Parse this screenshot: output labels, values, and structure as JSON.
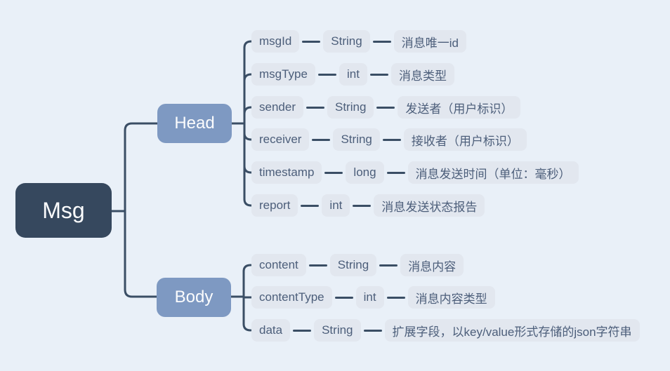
{
  "diagram": {
    "root": {
      "label": "Msg"
    },
    "branches": [
      {
        "label": "Head",
        "children": [
          {
            "field": "msgId",
            "type": "String",
            "desc": "消息唯一id"
          },
          {
            "field": "msgType",
            "type": "int",
            "desc": "消息类型"
          },
          {
            "field": "sender",
            "type": "String",
            "desc": "发送者（用户标识）"
          },
          {
            "field": "receiver",
            "type": "String",
            "desc": "接收者（用户标识）"
          },
          {
            "field": "timestamp",
            "type": "long",
            "desc": "消息发送时间（单位：毫秒）"
          },
          {
            "field": "report",
            "type": "int",
            "desc": "消息发送状态报告"
          }
        ]
      },
      {
        "label": "Body",
        "children": [
          {
            "field": "content",
            "type": "String",
            "desc": "消息内容"
          },
          {
            "field": "contentType",
            "type": "int",
            "desc": "消息内容类型"
          },
          {
            "field": "data",
            "type": "String",
            "desc": "扩展字段，以key/value形式存储的json字符串"
          }
        ]
      }
    ],
    "colors": {
      "background": "#e9f0f8",
      "root_node": "#36485e",
      "branch_node": "#7e99c2",
      "pill": "#e2e7ef",
      "pill_text": "#4c5e7a",
      "line": "#3a4e65"
    }
  }
}
